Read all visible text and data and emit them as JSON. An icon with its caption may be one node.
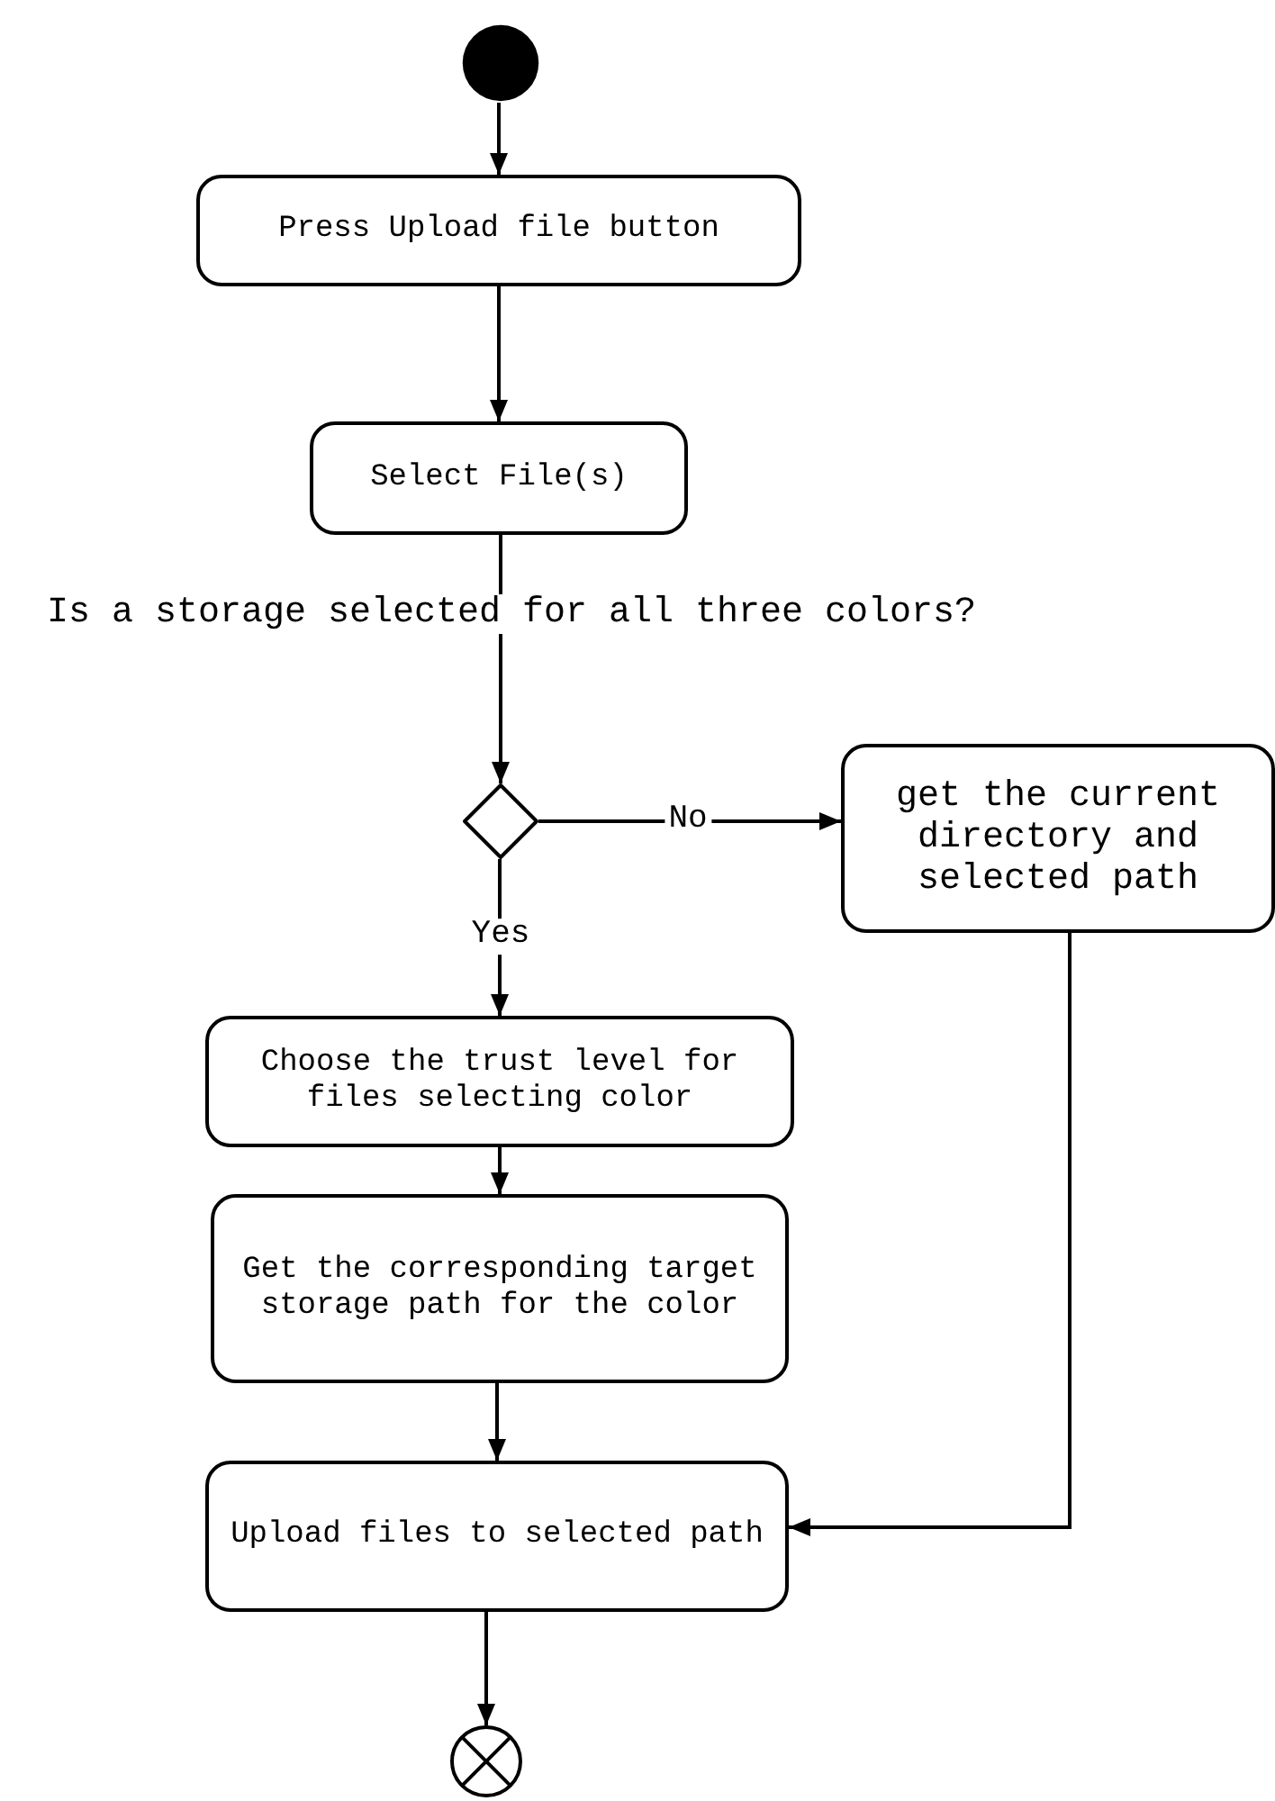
{
  "diagram": {
    "nodes": [
      {
        "text": [],
        "shape": "dot"
      },
      {
        "text": [
          "Press Upload file button"
        ]
      },
      {
        "text": [
          "Select File(s)"
        ]
      },
      {
        "text": [],
        "shape": "diamond"
      },
      {
        "text": [
          "get the current directory and selected path"
        ]
      },
      {
        "text": [
          "Choose the trust level for files selecting color"
        ]
      },
      {
        "text": [
          "Get the corresponding target storage path for the color"
        ]
      },
      {
        "text": [
          "Upload files to selected path"
        ]
      },
      {
        "text": [],
        "shape": "circle"
      }
    ],
    "edges": [
      {
        "from": 0,
        "to": 1,
        "arrow": "to"
      },
      {
        "from": 1,
        "to": 2,
        "arrow": "to"
      },
      {
        "from": 2,
        "to": 3,
        "arrow": "to",
        "label": "Is a storage selected for all three colors?"
      },
      {
        "from": 3,
        "to": 4,
        "arrow": "to",
        "label": "No"
      },
      {
        "from": 3,
        "to": 5,
        "arrow": "to",
        "label": "Yes"
      },
      {
        "from": 5,
        "to": 6,
        "arrow": "to"
      },
      {
        "from": 6,
        "to": 7,
        "arrow": "to"
      },
      {
        "from": 4,
        "to": 7,
        "arrow": "to"
      },
      {
        "from": 7,
        "to": 8,
        "arrow": "to"
      }
    ]
  }
}
